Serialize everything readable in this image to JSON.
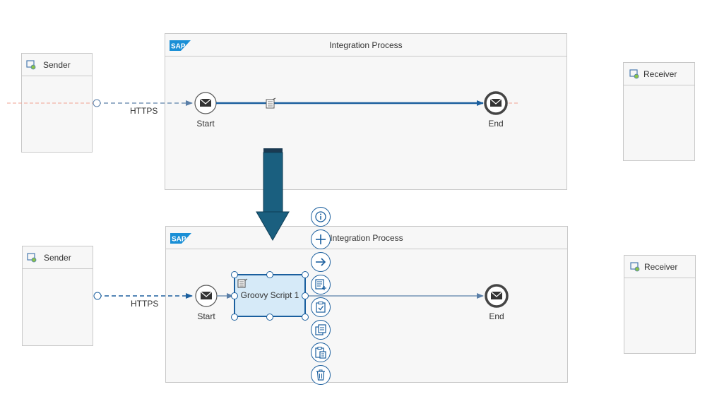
{
  "top": {
    "pool_title": "Integration Process",
    "sender_label": "Sender",
    "receiver_label": "Receiver",
    "connection_label": "HTTPS",
    "start_label": "Start",
    "end_label": "End"
  },
  "bottom": {
    "pool_title": "Integration Process",
    "sender_label": "Sender",
    "receiver_label": "Receiver",
    "connection_label": "HTTPS",
    "start_label": "Start",
    "end_label": "End",
    "task_label": "Groovy Script 1"
  },
  "logo_text": "SAP",
  "context_tools": [
    "info-icon",
    "add-icon",
    "connect-arrow-icon",
    "add-script-icon",
    "validate-icon",
    "copy-icon",
    "paste-icon",
    "delete-icon"
  ],
  "colors": {
    "accent": "#1b5f9e",
    "big_arrow": "#1a5f7f",
    "task_fill": "#d6eaf8",
    "pool_fill": "#f7f7f7",
    "dashed_red": "#f0a090"
  }
}
